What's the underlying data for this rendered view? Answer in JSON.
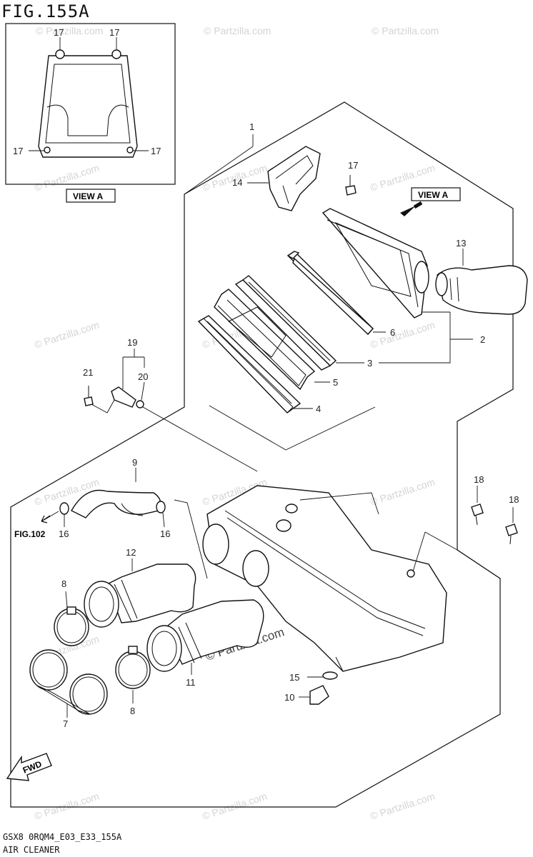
{
  "figure": {
    "title": "FIG.155A",
    "code": "GSX8 0RQM4_E03_E33_155A",
    "name": "AIR CLEANER"
  },
  "watermark": "© Partzilla.com",
  "watermark_large": "© Partzilla.com",
  "view_labels": {
    "inset": "VIEW A",
    "main": "VIEW A"
  },
  "references": {
    "fig102": "FIG.102",
    "fwd": "FWD"
  },
  "callouts": {
    "c1": "1",
    "c2": "2",
    "c3": "3",
    "c4": "4",
    "c5": "5",
    "c6": "6",
    "c7": "7",
    "c8a": "8",
    "c8b": "8",
    "c9": "9",
    "c10": "10",
    "c11": "11",
    "c12": "12",
    "c13": "13",
    "c14": "14",
    "c15": "15",
    "c16a": "16",
    "c16b": "16",
    "c17a": "17",
    "c17b": "17",
    "c17c": "17",
    "c17d": "17",
    "c17e": "17",
    "c18a": "18",
    "c18b": "18",
    "c19": "19",
    "c20": "20",
    "c21": "21"
  }
}
